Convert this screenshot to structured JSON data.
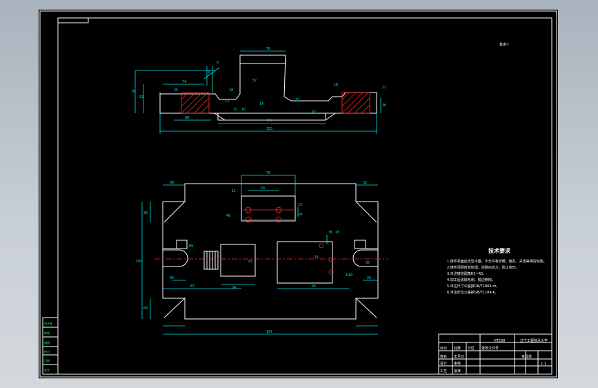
{
  "surface_roughness": "其余▽",
  "top_view_dims": {
    "d6": "6",
    "d8": "8",
    "d76": "76",
    "d74": "74",
    "d70": "70",
    "d51": "51",
    "d25": "25",
    "d10": "10",
    "d57": "57",
    "d15": "15",
    "d13": "13",
    "d16": "16",
    "d14": "14",
    "d12": "12",
    "d80": "80",
    "d170": "170",
    "d353": "353",
    "d92": "92",
    "d18": "18",
    "d36": "36",
    "d22": "22"
  },
  "plan_view_dims": {
    "d76": "76",
    "d11": "11",
    "d54": "54",
    "d15": "15",
    "d24": "24",
    "d40": "40",
    "d30": "30",
    "d32": "32",
    "d80": "80",
    "d170": "170",
    "d197": "197",
    "d34": "34",
    "d87": "87",
    "d95": "95",
    "d65": "65",
    "d36": "36",
    "d20": "20",
    "d16": "16",
    "d35": "35",
    "d25": "25",
    "r9": "R9",
    "r10": "R10",
    "d60": "60",
    "d47": "47"
  },
  "tech": {
    "title": "技术要求",
    "items": [
      "1.铸件表面应光洁平整，不允许有砂眼、缩孔、夹渣等铸造缺陷。",
      "2.铸件须经时效处理，消除内应力，防止变形。",
      "3.未注铸造圆角R3~R5。",
      "4.加工后去除毛刺、锐边倒钝。",
      "5.未注尺寸公差按GB/T1804-m。",
      "6.未注形位公差按GB/T1184-K。"
    ]
  },
  "title_block": {
    "material": "HT200",
    "school": "辽宁工程技术大学",
    "part_name": "夹具体",
    "scale": "1:1",
    "labels": [
      "标记",
      "处数",
      "分区",
      "更改文件号",
      "签名",
      "年月日",
      "设计",
      "审核",
      "工艺",
      "批准"
    ]
  },
  "side_labels": [
    "设计者",
    "审核",
    "描图",
    "校对",
    "日期",
    "签字"
  ]
}
